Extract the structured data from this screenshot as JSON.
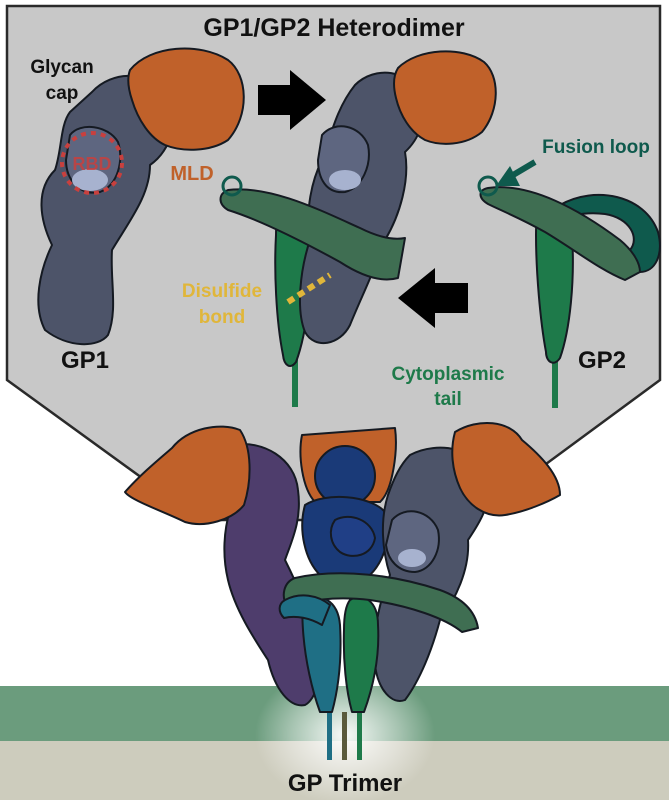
{
  "title": "GP1/GP2 Heterodimer",
  "labels": {
    "glycan_cap_line1": "Glycan",
    "glycan_cap_line2": "cap",
    "rbd": "RBD",
    "mld": "MLD",
    "fusion_loop": "Fusion loop",
    "disulfide_line1": "Disulfide",
    "disulfide_line2": "bond",
    "gp1": "GP1",
    "gp2": "GP2",
    "cytoplasmic_line1": "Cytoplasmic",
    "cytoplasmic_line2": "tail",
    "gp_trimer": "GP Trimer"
  },
  "colors": {
    "panel": "#c8c8c8",
    "gp1_body": "#4d5469",
    "gp1_light": "#a7b2cf",
    "mld": "#c0612a",
    "gp2": "#3f6e52",
    "gp2_dark": "#1e7a4a",
    "fusion_loop": "#0f5a4d",
    "disulfide": "#e0b63a",
    "rbd": "#c8403e",
    "arrow": "#000000",
    "membrane": "#6b9c7d",
    "membrane_lower": "#cdccbd",
    "trimer_purple": "#4e3d6c",
    "trimer_blue": "#1a3a78",
    "trimer_teal": "#1f6f85"
  }
}
